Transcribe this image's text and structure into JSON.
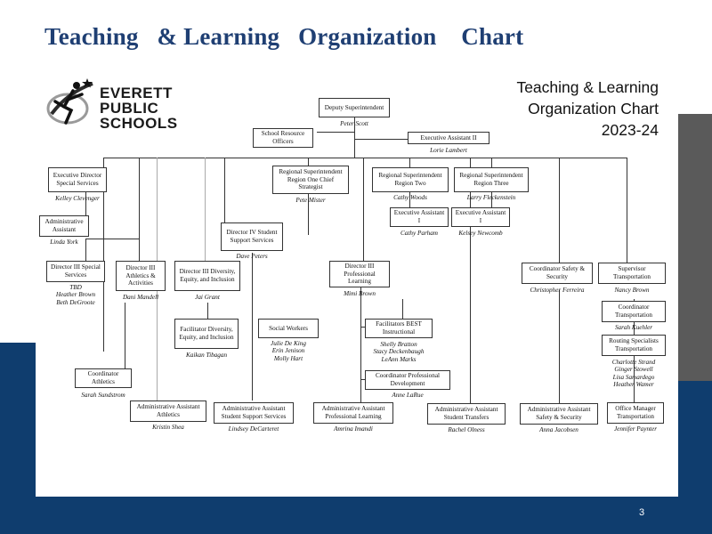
{
  "slide": {
    "title": "Teaching   & Learning   Organization    Chart",
    "page_number": "3"
  },
  "logo": {
    "text_line1": "EVERETT",
    "text_line2": "PUBLIC",
    "text_line3": "SCHOOLS"
  },
  "chart": {
    "title_line1": "Teaching & Learning",
    "title_line2": "Organization Chart",
    "title_line3": "2023-24",
    "nodes": {
      "deputy": {
        "title": "Deputy Superintendent",
        "name": "Peter Scott"
      },
      "sro": {
        "title": "School Resource Officers"
      },
      "exec_asst_2": {
        "title": "Executive Assistant II",
        "name": "Lorie Lambert"
      },
      "exec_dir_ss": {
        "title": "Executive Director Special Services",
        "name": "Kelley Clevenger"
      },
      "admin_asst": {
        "title": "Administrative Assistant",
        "name": "Linda York"
      },
      "reg_sup_1": {
        "title": "Regional Superintendent Region One Chief Strategist",
        "name": "Pete Mister"
      },
      "reg_sup_2": {
        "title": "Regional Superintendent Region Two",
        "name": "Cathy Woods"
      },
      "reg_sup_3": {
        "title": "Regional Superintendent Region Three",
        "name": "Larry Fleckenstein"
      },
      "exec_asst_1a": {
        "title": "Executive Assistant I",
        "name": "Cathy Parham"
      },
      "exec_asst_1b": {
        "title": "Executive Assistant I",
        "name": "Kelsey Newcomb"
      },
      "dir_iv_sss": {
        "title": "Director IV Student Support Services",
        "name": "Dave Peters"
      },
      "dir_iii_ss": {
        "title": "Director III Special Services",
        "name": "TBD\nHeather Brown\nBeth DeGroote"
      },
      "dir_iii_ath": {
        "title": "Director III Athletics & Activities",
        "name": "Dani Mandell"
      },
      "dir_iii_dei": {
        "title": "Director III Diversity, Equity, and Inclusion",
        "name": "Jai Grant"
      },
      "dir_iii_pl": {
        "title": "Director III Professional Learning",
        "name": "Mimi Brown"
      },
      "coord_safety": {
        "title": "Coordinator Safety & Security",
        "name": "Christopher Ferreira"
      },
      "sup_transport": {
        "title": "Supervisor Transportation",
        "name": "Nancy Brown"
      },
      "coord_transport": {
        "title": "Coordinator Transportation",
        "name": "Sarah Kuehler"
      },
      "fac_dei": {
        "title": "Facilitator Diversity, Equity, and Inclusion",
        "name": "Kaikan Tibagan"
      },
      "social_workers": {
        "title": "Social Workers",
        "name": "Julie De King\nErin Jenison\nMolly Hart"
      },
      "facilitators": {
        "title": "Facilitators BEST Instructional",
        "name": "Shelly Bratton\nStacy Deckenbaugh\nLeAnn Marks"
      },
      "coord_pd": {
        "title": "Coordinator Professional Development",
        "name": "Anne LaRue"
      },
      "routing_spec": {
        "title": "Routing Specialists Transportation",
        "name": "Charlotte Strand\nGinger Stowell\nLisa Samardego\nHeather Wamer"
      },
      "coord_ath": {
        "title": "Coordinator Athletics",
        "name": "Sarah Sundstrom"
      },
      "aa_athletics": {
        "title": "Administrative Assistant Athletics",
        "name": "Kristin Shea"
      },
      "aa_sss": {
        "title": "Administrative Assistant Student Support Services",
        "name": "Lindsey DeCarteret"
      },
      "aa_pl": {
        "title": "Administrative Assistant Professional Learning",
        "name": "Amrina Imandi"
      },
      "aa_st": {
        "title": "Administrative Assistant Student Transfers",
        "name": "Rachel Olness"
      },
      "aa_safety": {
        "title": "Administrative Assistant Safety & Security",
        "name": "Anna Jacobsen"
      },
      "office_mgr": {
        "title": "Office Manager Transportation",
        "name": "Jennifer Paynter"
      }
    }
  }
}
